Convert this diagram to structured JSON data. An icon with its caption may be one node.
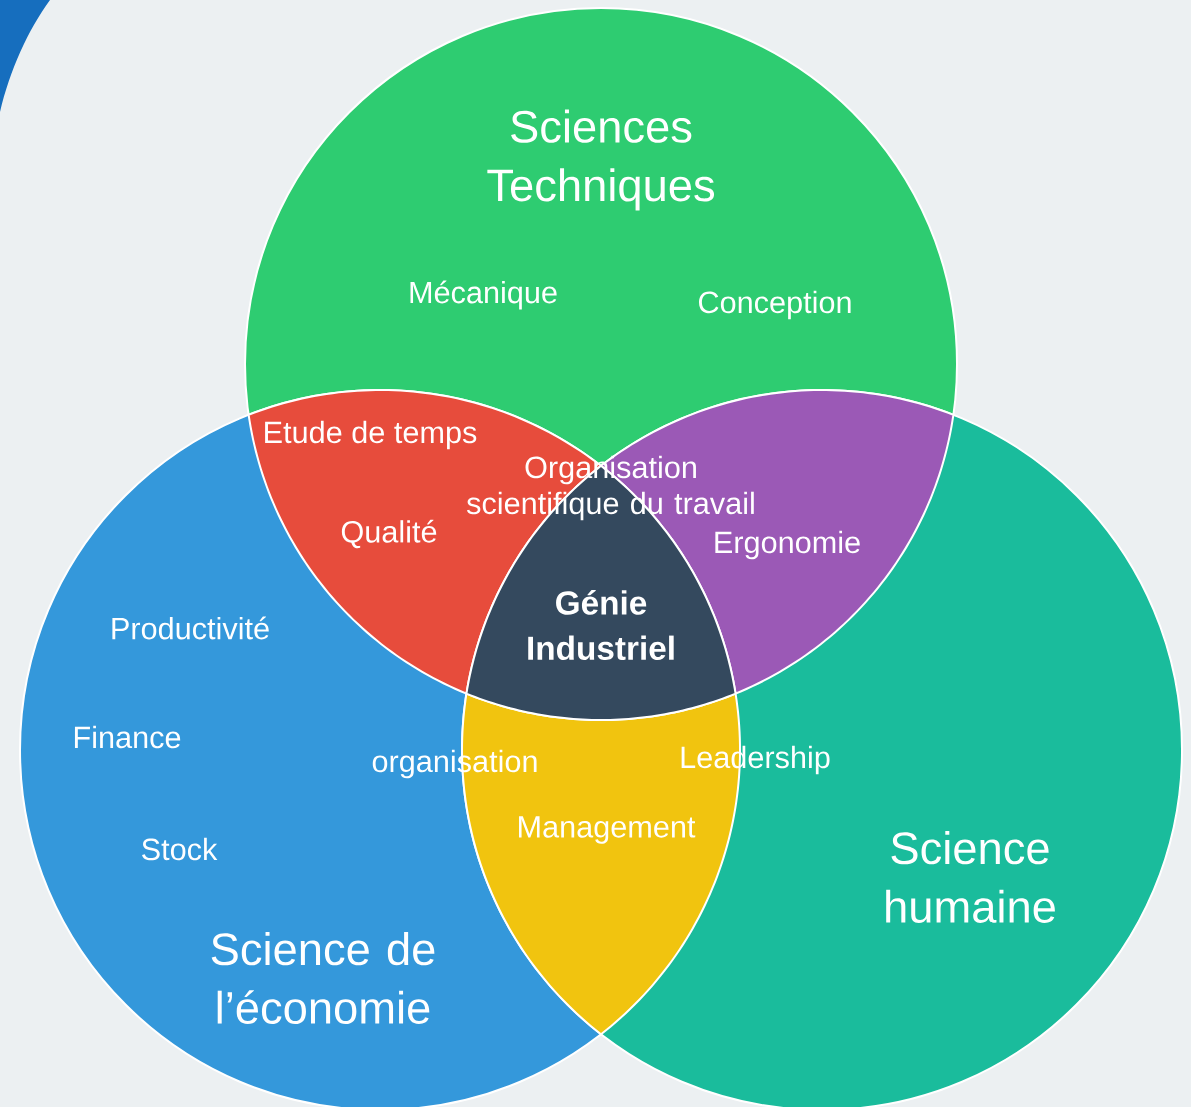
{
  "diagram": {
    "nodes": [
      {
        "text": [
          "Sciences Techniques",
          "Mécanique",
          "Conception"
        ]
      },
      {
        "text": [
          "Science de l’économie",
          "Productivité",
          "Finance",
          "Stock"
        ]
      },
      {
        "text": [
          "Science humaine"
        ]
      },
      {
        "text": [
          "Etude de temps",
          "Qualité"
        ]
      },
      {
        "text": [
          "Ergonomie"
        ]
      },
      {
        "text": [
          "Management"
        ]
      },
      {
        "text": [
          "Génie Industriel"
        ]
      }
    ],
    "labels": [
      "Organisation scientifique du travail",
      "organisation",
      "Leadership"
    ]
  }
}
